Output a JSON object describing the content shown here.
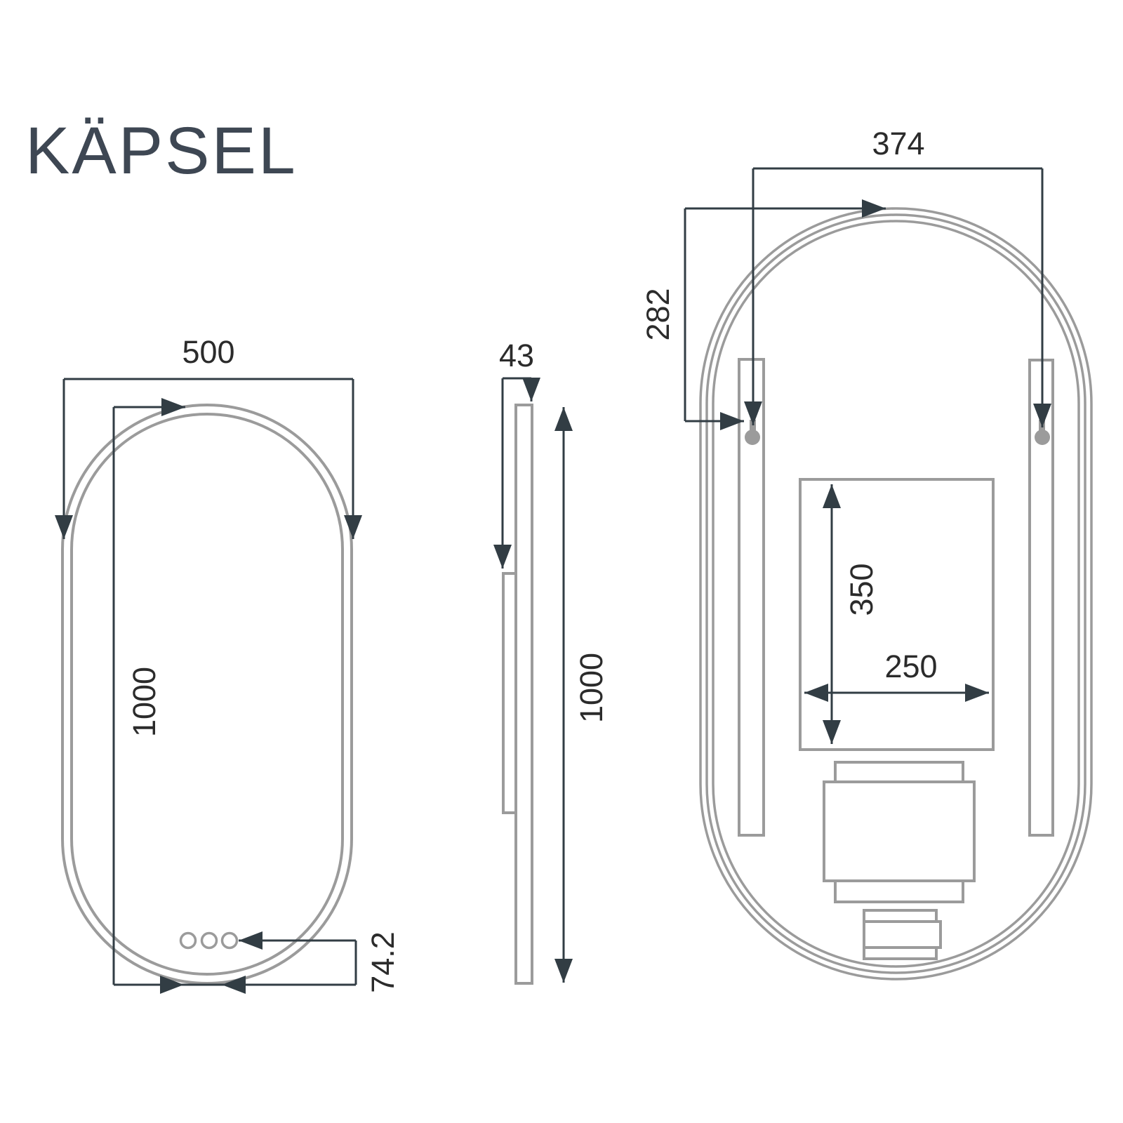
{
  "title": "KÄPSEL",
  "front": {
    "width": "500",
    "height": "1000",
    "sensor_offset": "74.2"
  },
  "side": {
    "depth": "43",
    "height": "1000"
  },
  "back": {
    "hanger_spacing": "374",
    "top_to_hanger": "282",
    "pad_height": "350",
    "pad_width": "250"
  },
  "colors": {
    "outline_gray": "#9b9b9b",
    "dimension_dark": "#323d44",
    "label_text": "#2b2b2b",
    "title_text": "#3e4753"
  }
}
